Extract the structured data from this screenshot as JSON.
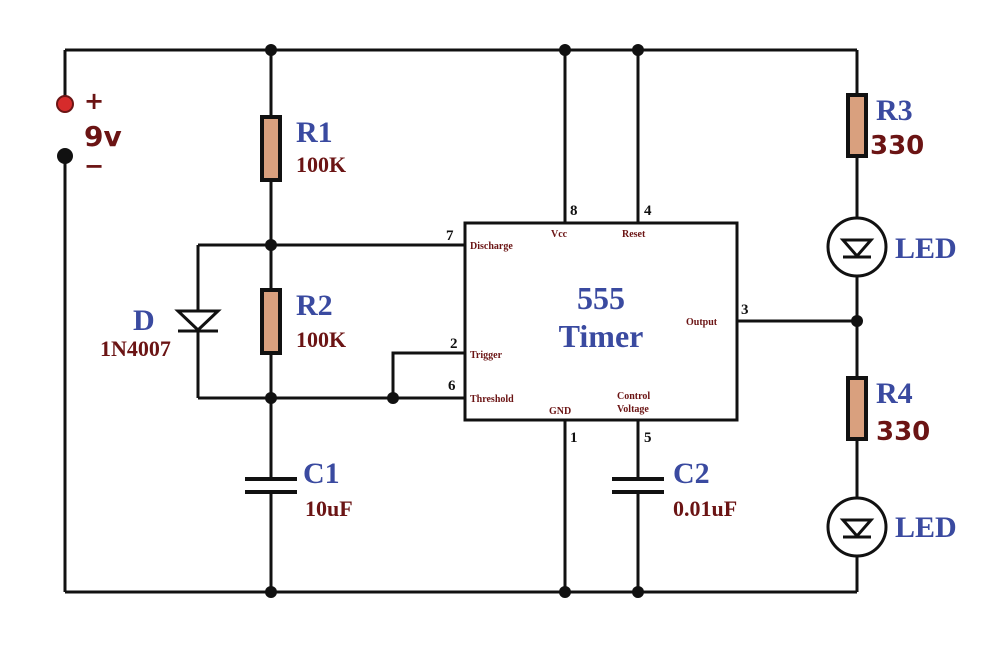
{
  "colors": {
    "wire": "#111111",
    "ref_label": "#3a4aa0",
    "value_label": "#6b1414",
    "pin_label": "#6b1414",
    "resistor_fill": "#d9a07e",
    "positive_terminal": "#d62b2b"
  },
  "supply": {
    "plus": "+",
    "minus": "−",
    "voltage": "9v"
  },
  "components": {
    "r1": {
      "ref": "R1",
      "value": "100K"
    },
    "r2": {
      "ref": "R2",
      "value": "100K"
    },
    "r3": {
      "ref": "R3",
      "value": "330"
    },
    "r4": {
      "ref": "R4",
      "value": "330"
    },
    "c1": {
      "ref": "C1",
      "value": "10uF"
    },
    "c2": {
      "ref": "C2",
      "value": "0.01uF"
    },
    "d": {
      "ref": "D",
      "value": "1N4007"
    },
    "led_top": {
      "label": "LED"
    },
    "led_bottom": {
      "label": "LED"
    }
  },
  "ic": {
    "title_line1": "555",
    "title_line2": "Timer",
    "pins": {
      "discharge": {
        "num": "7",
        "label": "Discharge"
      },
      "vcc": {
        "num": "8",
        "label": "Vcc"
      },
      "reset": {
        "num": "4",
        "label": "Reset"
      },
      "trigger": {
        "num": "2",
        "label": "Trigger"
      },
      "threshold": {
        "num": "6",
        "label": "Threshold"
      },
      "output": {
        "num": "3",
        "label": "Output"
      },
      "gnd": {
        "num": "1",
        "label": "GND"
      },
      "control_line1": "Control",
      "control_line2": "Voltage",
      "control_num": "5"
    }
  }
}
